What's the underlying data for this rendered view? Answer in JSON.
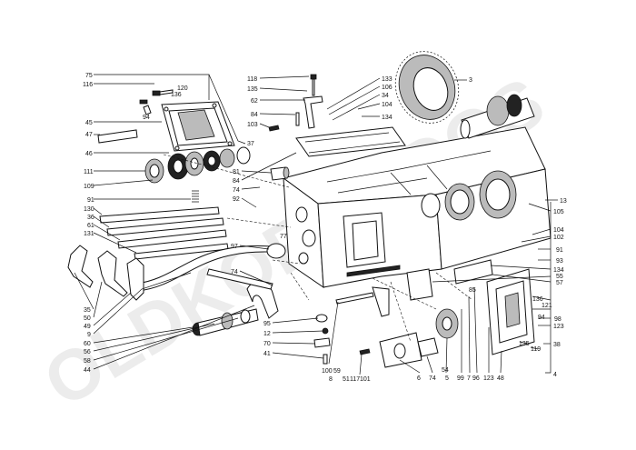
{
  "watermark": "OLDKOROUDOS",
  "callouts": [
    {
      "name": "label-75",
      "text": "75"
    },
    {
      "name": "label-116",
      "text": "116"
    },
    {
      "name": "label-120",
      "text": "120"
    },
    {
      "name": "label-136-top",
      "text": "136"
    },
    {
      "name": "label-94-top",
      "text": "94"
    },
    {
      "name": "label-45",
      "text": "45"
    },
    {
      "name": "label-47",
      "text": "47"
    },
    {
      "name": "label-46",
      "text": "46"
    },
    {
      "name": "label-111",
      "text": "111"
    },
    {
      "name": "label-109",
      "text": "109"
    },
    {
      "name": "label-37",
      "text": "37"
    },
    {
      "name": "label-91-left",
      "text": "91"
    },
    {
      "name": "label-130",
      "text": "130"
    },
    {
      "name": "label-36",
      "text": "36"
    },
    {
      "name": "label-61",
      "text": "61"
    },
    {
      "name": "label-131",
      "text": "131"
    },
    {
      "name": "label-35",
      "text": "35"
    },
    {
      "name": "label-50",
      "text": "50"
    },
    {
      "name": "label-49",
      "text": "49"
    },
    {
      "name": "label-9",
      "text": "9"
    },
    {
      "name": "label-60",
      "text": "60"
    },
    {
      "name": "label-56",
      "text": "56"
    },
    {
      "name": "label-58",
      "text": "58"
    },
    {
      "name": "label-44",
      "text": "44"
    },
    {
      "name": "label-118",
      "text": "118"
    },
    {
      "name": "label-135",
      "text": "135"
    },
    {
      "name": "label-62",
      "text": "62"
    },
    {
      "name": "label-84-top",
      "text": "84"
    },
    {
      "name": "label-103",
      "text": "103"
    },
    {
      "name": "label-133",
      "text": "133"
    },
    {
      "name": "label-106",
      "text": "106"
    },
    {
      "name": "label-34",
      "text": "34"
    },
    {
      "name": "label-104-top",
      "text": "104"
    },
    {
      "name": "label-134-top",
      "text": "134"
    },
    {
      "name": "label-3",
      "text": "3"
    },
    {
      "name": "label-81",
      "text": "81"
    },
    {
      "name": "label-84-mid",
      "text": "84"
    },
    {
      "name": "label-74-mid",
      "text": "74"
    },
    {
      "name": "label-92",
      "text": "92"
    },
    {
      "name": "label-97",
      "text": "97"
    },
    {
      "name": "label-77",
      "text": "77"
    },
    {
      "name": "label-74-low",
      "text": "74"
    },
    {
      "name": "label-95",
      "text": "95"
    },
    {
      "name": "label-12",
      "text": "12"
    },
    {
      "name": "label-70",
      "text": "70"
    },
    {
      "name": "label-41",
      "text": "41"
    },
    {
      "name": "label-100",
      "text": "100"
    },
    {
      "name": "label-59",
      "text": "59"
    },
    {
      "name": "label-8",
      "text": "8"
    },
    {
      "name": "label-51",
      "text": "51"
    },
    {
      "name": "label-117",
      "text": "117"
    },
    {
      "name": "label-101",
      "text": "101"
    },
    {
      "name": "label-6",
      "text": "6"
    },
    {
      "name": "label-74-bottom",
      "text": "74"
    },
    {
      "name": "label-54",
      "text": "54"
    },
    {
      "name": "label-5",
      "text": "5"
    },
    {
      "name": "label-99",
      "text": "99"
    },
    {
      "name": "label-7",
      "text": "7"
    },
    {
      "name": "label-96",
      "text": "96"
    },
    {
      "name": "label-123-bottom",
      "text": "123"
    },
    {
      "name": "label-48",
      "text": "48"
    },
    {
      "name": "label-4",
      "text": "4"
    },
    {
      "name": "label-13",
      "text": "13"
    },
    {
      "name": "label-105",
      "text": "105"
    },
    {
      "name": "label-104-right",
      "text": "104"
    },
    {
      "name": "label-102",
      "text": "102"
    },
    {
      "name": "label-91-right",
      "text": "91"
    },
    {
      "name": "label-93",
      "text": "93"
    },
    {
      "name": "label-134-right",
      "text": "134"
    },
    {
      "name": "label-55",
      "text": "55"
    },
    {
      "name": "label-57",
      "text": "57"
    },
    {
      "name": "label-85",
      "text": "85"
    },
    {
      "name": "label-136-right",
      "text": "136"
    },
    {
      "name": "label-121",
      "text": "121"
    },
    {
      "name": "label-94-right",
      "text": "94"
    },
    {
      "name": "label-98",
      "text": "98"
    },
    {
      "name": "label-123-right",
      "text": "123"
    },
    {
      "name": "label-135-right",
      "text": "135"
    },
    {
      "name": "label-119",
      "text": "119"
    },
    {
      "name": "label-38",
      "text": "38"
    }
  ]
}
